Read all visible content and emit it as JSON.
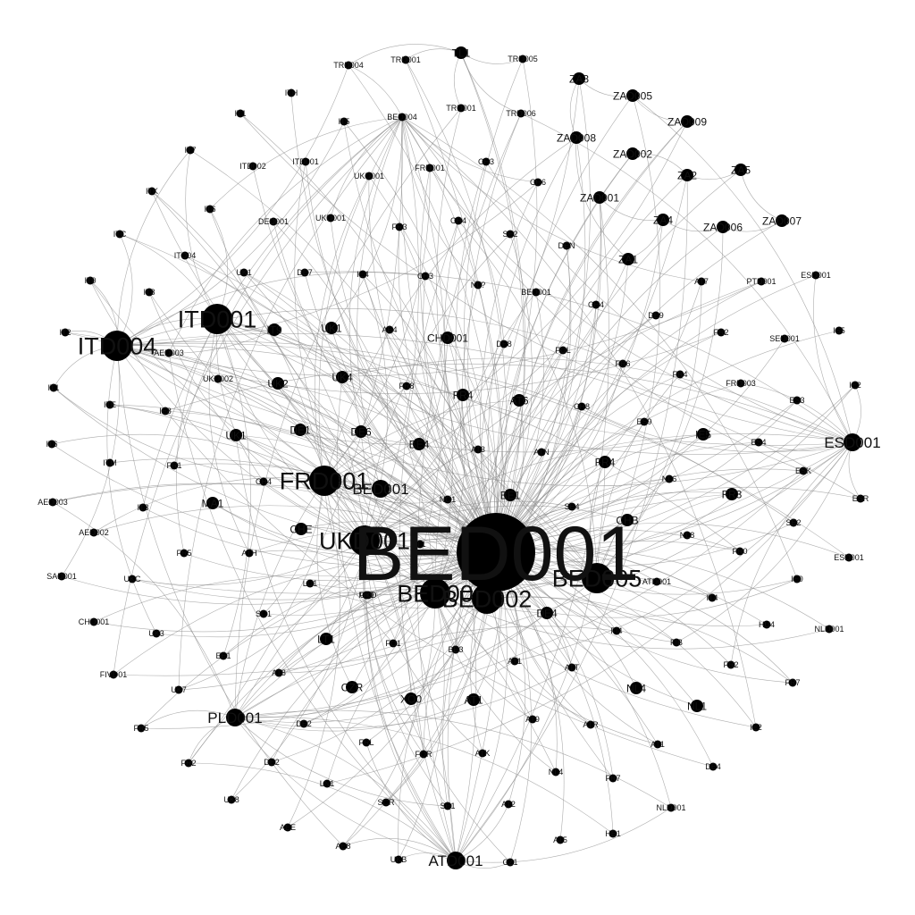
{
  "colors": {
    "background": "#ffffff",
    "node": "#000000",
    "edge": "#8a8a8a",
    "label": "#111111"
  },
  "graph": {
    "hubs": [
      "BED001",
      "BED002",
      "BED003",
      "BED005",
      "UKD001",
      "FRD001",
      "ITD001",
      "ITD004",
      "ESD001",
      "PLD001",
      "ATD001",
      "BED004"
    ],
    "nodes": [
      {
        "id": "BED001",
        "label": "BED001",
        "tier": "hub"
      },
      {
        "id": "BED003",
        "label": "BED00",
        "tier": "large"
      },
      {
        "id": "BED002",
        "label": "BED002",
        "tier": "large"
      },
      {
        "id": "BED005",
        "label": "BED005",
        "tier": "large"
      },
      {
        "id": "UKD001",
        "label": "UKD001",
        "tier": "large"
      },
      {
        "id": "FRD001",
        "label": "FRD001",
        "tier": "large"
      },
      {
        "id": "BED004b",
        "label": "BED001",
        "tier": "medium"
      },
      {
        "id": "ITD001",
        "label": "ITD001",
        "tier": "large"
      },
      {
        "id": "ITD004",
        "label": "ITD004",
        "tier": "large"
      },
      {
        "id": "ESD001",
        "label": "ESD001",
        "tier": "medium"
      },
      {
        "id": "PLD001",
        "label": "PLD001",
        "tier": "medium"
      },
      {
        "id": "ATD001",
        "label": "ATD001",
        "tier": "medium"
      },
      {
        "id": "TL1",
        "label": "TL1",
        "tier": "small"
      },
      {
        "id": "TRD004",
        "label": "TRD004",
        "tier": "tiny"
      },
      {
        "id": "TRD001",
        "label": "TRD001",
        "tier": "tiny"
      },
      {
        "id": "TRD005",
        "label": "TRD005",
        "tier": "tiny"
      },
      {
        "id": "TRD001b",
        "label": "TRD001",
        "tier": "tiny"
      },
      {
        "id": "TRD006",
        "label": "TRD006",
        "tier": "tiny"
      },
      {
        "id": "ZA3",
        "label": "ZA3",
        "tier": "small"
      },
      {
        "id": "ZAD005",
        "label": "ZAD005",
        "tier": "small"
      },
      {
        "id": "ZAD009",
        "label": "ZAD009",
        "tier": "small"
      },
      {
        "id": "ZAD008",
        "label": "ZAD008",
        "tier": "small"
      },
      {
        "id": "ZAD002",
        "label": "ZAD002",
        "tier": "small"
      },
      {
        "id": "ZA2",
        "label": "ZA2",
        "tier": "small"
      },
      {
        "id": "ZA5",
        "label": "ZA5",
        "tier": "small"
      },
      {
        "id": "ZAD001",
        "label": "ZAD001",
        "tier": "small"
      },
      {
        "id": "ZA4",
        "label": "ZA4",
        "tier": "small"
      },
      {
        "id": "ZAD006",
        "label": "ZAD006",
        "tier": "small"
      },
      {
        "id": "ZAD007",
        "label": "ZAD007",
        "tier": "small"
      },
      {
        "id": "ZA1",
        "label": "ZA1",
        "tier": "small"
      },
      {
        "id": "ITH",
        "label": "ITH",
        "tier": "tiny"
      },
      {
        "id": "IT1",
        "label": "IT1",
        "tier": "tiny"
      },
      {
        "id": "IT5",
        "label": "IT5",
        "tier": "tiny"
      },
      {
        "id": "BED004",
        "label": "BED004",
        "tier": "tiny"
      },
      {
        "id": "ITD002",
        "label": "ITD002",
        "tier": "tiny"
      },
      {
        "id": "ITD001b",
        "label": "ITD001",
        "tier": "tiny"
      },
      {
        "id": "UKD001b",
        "label": "UKD001",
        "tier": "tiny"
      },
      {
        "id": "FRD001b",
        "label": "FRD001",
        "tier": "tiny"
      },
      {
        "id": "CH3",
        "label": "CH3",
        "tier": "tiny"
      },
      {
        "id": "CH6",
        "label": "CH6",
        "tier": "tiny"
      },
      {
        "id": "IT7",
        "label": "IT7",
        "tier": "tiny"
      },
      {
        "id": "ITK",
        "label": "ITK",
        "tier": "tiny"
      },
      {
        "id": "IT6",
        "label": "IT6",
        "tier": "tiny"
      },
      {
        "id": "DED001",
        "label": "DED001",
        "tier": "tiny"
      },
      {
        "id": "UKD001c",
        "label": "UKD001",
        "tier": "tiny"
      },
      {
        "id": "FR3",
        "label": "FR3",
        "tier": "tiny"
      },
      {
        "id": "CH4",
        "label": "CH4",
        "tier": "tiny"
      },
      {
        "id": "SE2",
        "label": "SE2",
        "tier": "tiny"
      },
      {
        "id": "DEN",
        "label": "DEN",
        "tier": "tiny"
      },
      {
        "id": "ITC",
        "label": "ITC",
        "tier": "tiny"
      },
      {
        "id": "ITD04",
        "label": "ITD04",
        "tier": "tiny"
      },
      {
        "id": "UK1",
        "label": "UK1",
        "tier": "tiny"
      },
      {
        "id": "DE7",
        "label": "DE7",
        "tier": "tiny"
      },
      {
        "id": "IE4",
        "label": "IE4",
        "tier": "tiny"
      },
      {
        "id": "CH3b",
        "label": "CH3",
        "tier": "tiny"
      },
      {
        "id": "NL7",
        "label": "NL?",
        "tier": "tiny"
      },
      {
        "id": "BED001c",
        "label": "BED001",
        "tier": "tiny"
      },
      {
        "id": "AT7",
        "label": "AT7",
        "tier": "tiny"
      },
      {
        "id": "PTD001",
        "label": "PTD001",
        "tier": "tiny"
      },
      {
        "id": "ESD001b",
        "label": "ESD001",
        "tier": "tiny"
      },
      {
        "id": "IT0",
        "label": "IT0",
        "tier": "tiny"
      },
      {
        "id": "IT8",
        "label": "IT8",
        "tier": "tiny"
      },
      {
        "id": "IT9",
        "label": "IT9",
        "tier": "small"
      },
      {
        "id": "UK1b",
        "label": "UK1",
        "tier": "small"
      },
      {
        "id": "AE4",
        "label": "AE4",
        "tier": "tiny"
      },
      {
        "id": "CHD001",
        "label": "CHD001",
        "tier": "small"
      },
      {
        "id": "DE8",
        "label": "DE8",
        "tier": "tiny"
      },
      {
        "id": "CH4b",
        "label": "CH4",
        "tier": "tiny"
      },
      {
        "id": "DE9",
        "label": "DE9",
        "tier": "tiny"
      },
      {
        "id": "FR2",
        "label": "FR2",
        "tier": "tiny"
      },
      {
        "id": "SED001",
        "label": "SED001",
        "tier": "tiny"
      },
      {
        "id": "IS5",
        "label": "IS5",
        "tier": "tiny"
      },
      {
        "id": "IT2",
        "label": "IT2",
        "tier": "tiny"
      },
      {
        "id": "AED003",
        "label": "AED003",
        "tier": "tiny"
      },
      {
        "id": "FOL",
        "label": "FOL",
        "tier": "tiny"
      },
      {
        "id": "FR6",
        "label": "FR6",
        "tier": "tiny"
      },
      {
        "id": "FR4",
        "label": "FR4",
        "tier": "tiny"
      },
      {
        "id": "FRD003",
        "label": "FRD003",
        "tier": "tiny"
      },
      {
        "id": "IE2",
        "label": "IE2",
        "tier": "tiny"
      },
      {
        "id": "IT1b",
        "label": "IT1",
        "tier": "tiny"
      },
      {
        "id": "ITE",
        "label": "ITE",
        "tier": "tiny"
      },
      {
        "id": "UKD002",
        "label": "UKD002",
        "tier": "tiny"
      },
      {
        "id": "UK2",
        "label": "UK2",
        "tier": "small"
      },
      {
        "id": "UK4",
        "label": "UK4",
        "tier": "small"
      },
      {
        "id": "FR8",
        "label": "FR8",
        "tier": "tiny"
      },
      {
        "id": "FR4b",
        "label": "FR4",
        "tier": "small"
      },
      {
        "id": "AT6",
        "label": "AT6",
        "tier": "small"
      },
      {
        "id": "CH8",
        "label": "CH8",
        "tier": "tiny"
      },
      {
        "id": "ES3",
        "label": "ES3",
        "tier": "tiny"
      },
      {
        "id": "IE8",
        "label": "IE8",
        "tier": "tiny"
      },
      {
        "id": "IT6b",
        "label": "IT6",
        "tier": "tiny"
      },
      {
        "id": "DE1",
        "label": "DE1",
        "tier": "small"
      },
      {
        "id": "DE6",
        "label": "DE6",
        "tier": "small"
      },
      {
        "id": "UK1c",
        "label": "UK1",
        "tier": "small"
      },
      {
        "id": "BE4",
        "label": "BE4",
        "tier": "small"
      },
      {
        "id": "AT3",
        "label": "AT3",
        "tier": "tiny"
      },
      {
        "id": "ATN",
        "label": "ATN",
        "tier": "tiny"
      },
      {
        "id": "ES9",
        "label": "ES9",
        "tier": "tiny"
      },
      {
        "id": "IE5",
        "label": "IE5",
        "tier": "small"
      },
      {
        "id": "ES4",
        "label": "ES4",
        "tier": "tiny"
      },
      {
        "id": "ITM",
        "label": "ITM",
        "tier": "tiny"
      },
      {
        "id": "FR1",
        "label": "FR1",
        "tier": "tiny"
      },
      {
        "id": "CH4c",
        "label": "CH4",
        "tier": "tiny"
      },
      {
        "id": "NO1",
        "label": "NO1",
        "tier": "tiny"
      },
      {
        "id": "BE1",
        "label": "BE1",
        "tier": "small"
      },
      {
        "id": "FR4c",
        "label": "FR4",
        "tier": "small"
      },
      {
        "id": "NL6",
        "label": "NL6",
        "tier": "tiny"
      },
      {
        "id": "ESK",
        "label": "ESK",
        "tier": "tiny"
      },
      {
        "id": "AED003b",
        "label": "AED003",
        "tier": "tiny"
      },
      {
        "id": "IT3",
        "label": "IT3",
        "tier": "tiny"
      },
      {
        "id": "MA1",
        "label": "MA1",
        "tier": "small"
      },
      {
        "id": "SE4",
        "label": "SE4",
        "tier": "tiny"
      },
      {
        "id": "FR3b",
        "label": "FR3",
        "tier": "small"
      },
      {
        "id": "ESR",
        "label": "ESR",
        "tier": "tiny"
      },
      {
        "id": "AED002",
        "label": "AED002",
        "tier": "tiny"
      },
      {
        "id": "CHE",
        "label": "CHE",
        "tier": "small"
      },
      {
        "id": "IT1c",
        "label": "IT1",
        "tier": "tiny"
      },
      {
        "id": "CHB",
        "label": "CHB",
        "tier": "small"
      },
      {
        "id": "NL8",
        "label": "NL8",
        "tier": "tiny"
      },
      {
        "id": "SE2b",
        "label": "SE2",
        "tier": "tiny"
      },
      {
        "id": "SAD001",
        "label": "SAD001",
        "tier": "tiny"
      },
      {
        "id": "FR5",
        "label": "FR5",
        "tier": "tiny"
      },
      {
        "id": "ATH",
        "label": "ATH",
        "tier": "tiny"
      },
      {
        "id": "FR0",
        "label": "FR0",
        "tier": "tiny"
      },
      {
        "id": "ESD001c",
        "label": "ESD001",
        "tier": "tiny"
      },
      {
        "id": "UKC",
        "label": "UKC",
        "tier": "tiny"
      },
      {
        "id": "LU1",
        "label": "LU1",
        "tier": "tiny"
      },
      {
        "id": "UKD",
        "label": "UKD",
        "tier": "tiny"
      },
      {
        "id": "IE0",
        "label": "IE0",
        "tier": "tiny"
      },
      {
        "id": "FR9",
        "label": "FR9",
        "tier": "tiny"
      },
      {
        "id": "AT01",
        "label": "ATD001",
        "tier": "tiny"
      },
      {
        "id": "IT4",
        "label": "IT4",
        "tier": "tiny"
      },
      {
        "id": "CHD001b",
        "label": "CHD001",
        "tier": "tiny"
      },
      {
        "id": "SO1",
        "label": "SO1",
        "tier": "tiny"
      },
      {
        "id": "DE4",
        "label": "DE4",
        "tier": "small"
      },
      {
        "id": "HU4",
        "label": "HU4",
        "tier": "tiny"
      },
      {
        "id": "NLD001",
        "label": "NLD001",
        "tier": "tiny"
      },
      {
        "id": "UK3",
        "label": "UK3",
        "tier": "tiny"
      },
      {
        "id": "LT1",
        "label": "LT1",
        "tier": "small"
      },
      {
        "id": "BE3",
        "label": "BE3",
        "tier": "tiny"
      },
      {
        "id": "FO1",
        "label": "FO1",
        "tier": "tiny"
      },
      {
        "id": "FI4",
        "label": "FI4",
        "tier": "tiny"
      },
      {
        "id": "FIB",
        "label": "FIB",
        "tier": "tiny"
      },
      {
        "id": "FIVD01",
        "label": "FIVD01",
        "tier": "tiny"
      },
      {
        "id": "EE1",
        "label": "EE1",
        "tier": "tiny"
      },
      {
        "id": "AT8",
        "label": "AT8",
        "tier": "tiny"
      },
      {
        "id": "AT1",
        "label": "AT1",
        "tier": "tiny"
      },
      {
        "id": "ATT",
        "label": "ATT",
        "tier": "tiny"
      },
      {
        "id": "FR2b",
        "label": "FR2",
        "tier": "tiny"
      },
      {
        "id": "UK7",
        "label": "UK7",
        "tier": "tiny"
      },
      {
        "id": "CZR",
        "label": "CZR",
        "tier": "small"
      },
      {
        "id": "XO0",
        "label": "XO0",
        "tier": "small"
      },
      {
        "id": "AT1b",
        "label": "AT1",
        "tier": "small"
      },
      {
        "id": "NL4",
        "label": "NL4",
        "tier": "small"
      },
      {
        "id": "NL1",
        "label": "NL1",
        "tier": "small"
      },
      {
        "id": "FR7",
        "label": "FR7",
        "tier": "tiny"
      },
      {
        "id": "FR5b",
        "label": "FR5",
        "tier": "tiny"
      },
      {
        "id": "DE2",
        "label": "DE2",
        "tier": "tiny"
      },
      {
        "id": "AT9",
        "label": "AT9",
        "tier": "tiny"
      },
      {
        "id": "ATR",
        "label": "ATR",
        "tier": "tiny"
      },
      {
        "id": "AT1c",
        "label": "AT1",
        "tier": "tiny"
      },
      {
        "id": "IE2b",
        "label": "IE2",
        "tier": "tiny"
      },
      {
        "id": "FRL",
        "label": "FRL",
        "tier": "tiny"
      },
      {
        "id": "FOR",
        "label": "FOR",
        "tier": "tiny"
      },
      {
        "id": "ATK",
        "label": "ATK",
        "tier": "tiny"
      },
      {
        "id": "FR2c",
        "label": "FR2",
        "tier": "tiny"
      },
      {
        "id": "DE2b",
        "label": "DE2",
        "tier": "tiny"
      },
      {
        "id": "NL4b",
        "label": "NL4",
        "tier": "tiny"
      },
      {
        "id": "DE4b",
        "label": "DE4",
        "tier": "tiny"
      },
      {
        "id": "LN1",
        "label": "LN1",
        "tier": "tiny"
      },
      {
        "id": "FR7b",
        "label": "FR7",
        "tier": "tiny"
      },
      {
        "id": "SCR",
        "label": "SCR",
        "tier": "tiny"
      },
      {
        "id": "SE1",
        "label": "SE1",
        "tier": "tiny"
      },
      {
        "id": "AT2",
        "label": "AT2",
        "tier": "tiny"
      },
      {
        "id": "UK8",
        "label": "UK8",
        "tier": "tiny"
      },
      {
        "id": "HE1",
        "label": "HE1",
        "tier": "tiny"
      },
      {
        "id": "NLD001b",
        "label": "NLD001",
        "tier": "tiny"
      },
      {
        "id": "AEE",
        "label": "AEE",
        "tier": "tiny"
      },
      {
        "id": "AT5",
        "label": "AT5",
        "tier": "tiny"
      },
      {
        "id": "AE8",
        "label": "AE8",
        "tier": "tiny"
      },
      {
        "id": "UKB",
        "label": "UKB",
        "tier": "tiny"
      },
      {
        "id": "CZ1",
        "label": "CZ1",
        "tier": "tiny"
      }
    ]
  }
}
